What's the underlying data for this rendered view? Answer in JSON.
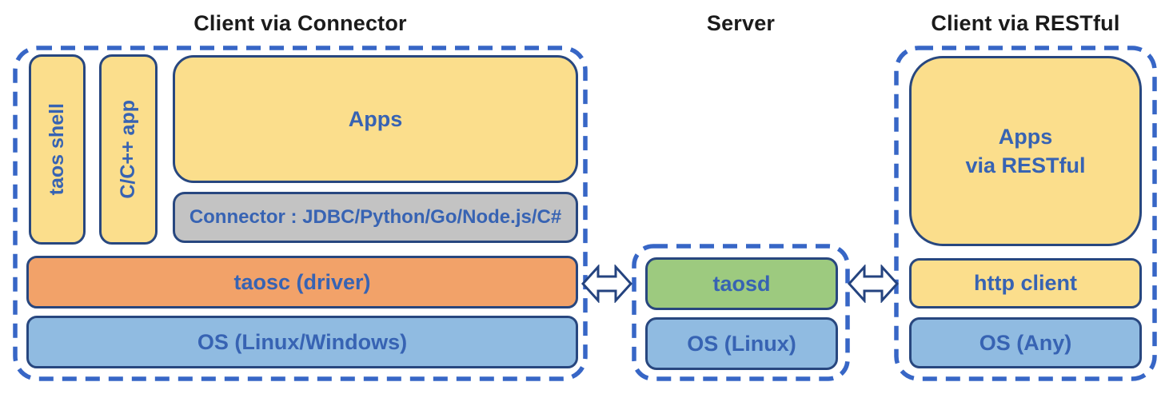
{
  "titles": {
    "client_connector": "Client via Connector",
    "server": "Server",
    "client_restful": "Client via RESTful"
  },
  "client_connector": {
    "taos_shell": "taos shell",
    "cpp_app": "C/C++ app",
    "apps": "Apps",
    "connector": "Connector : JDBC/Python/Go/Node.js/C#",
    "taosc": "taosc (driver)",
    "os": "OS (Linux/Windows)"
  },
  "server": {
    "taosd": "taosd",
    "os": "OS (Linux)"
  },
  "client_restful": {
    "apps_line1": "Apps",
    "apps_line2": "via RESTful",
    "http_client": "http client",
    "os": "OS (Any)"
  },
  "colors": {
    "dashed_outline": "#3766c6",
    "box_border": "#28477f",
    "label_blue": "#3763b3",
    "title_black": "#1b1b1b",
    "yellow": "#fbde8c",
    "orange": "#f2a269",
    "light_blue": "#90bbe1",
    "green": "#9dca7f",
    "gray": "#c3c3c3",
    "arrow_fill": "#ffffff"
  }
}
